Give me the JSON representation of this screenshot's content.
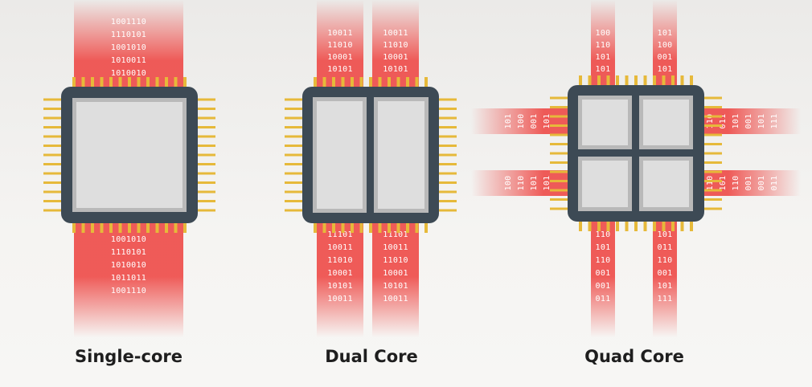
{
  "labels": {
    "single": "Single-core",
    "dual": "Dual Core",
    "quad": "Quad Core"
  },
  "bits": {
    "single_top": [
      "1001110",
      "1110101",
      "1001010",
      "1010011",
      "1010010"
    ],
    "single_bottom": [
      "1001010",
      "1110101",
      "1010010",
      "1011011",
      "1001110"
    ],
    "dual_top": [
      "10011",
      "11010",
      "10001",
      "10101"
    ],
    "dual_bottom": [
      "11101",
      "10011",
      "11010",
      "10001",
      "10101",
      "10011"
    ],
    "quad_top": [
      "100",
      "110",
      "101",
      "101"
    ],
    "quad_top_right": [
      "101",
      "100",
      "001",
      "101"
    ],
    "quad_bottom_left": [
      "110",
      "101",
      "110",
      "001",
      "001",
      "011"
    ],
    "quad_bottom_right": [
      "101",
      "011",
      "110",
      "001",
      "101",
      "111"
    ],
    "quad_left_top": [
      "101",
      "100",
      "001",
      "101"
    ],
    "quad_left_bottom": [
      "100",
      "110",
      "101",
      "101"
    ],
    "quad_right_top": [
      "110",
      "011",
      "101",
      "001",
      "101",
      "111"
    ],
    "quad_right_bottom": [
      "110",
      "101",
      "110",
      "001",
      "001",
      "011"
    ]
  },
  "colors": {
    "background": "#f4f3f1",
    "bus": "#ee4a47",
    "chip_body": "#3d4a55",
    "core_fill": "#dedede",
    "core_edge": "#b9b9b9",
    "pin": "#e6b93a",
    "label": "#1e1e1e"
  }
}
